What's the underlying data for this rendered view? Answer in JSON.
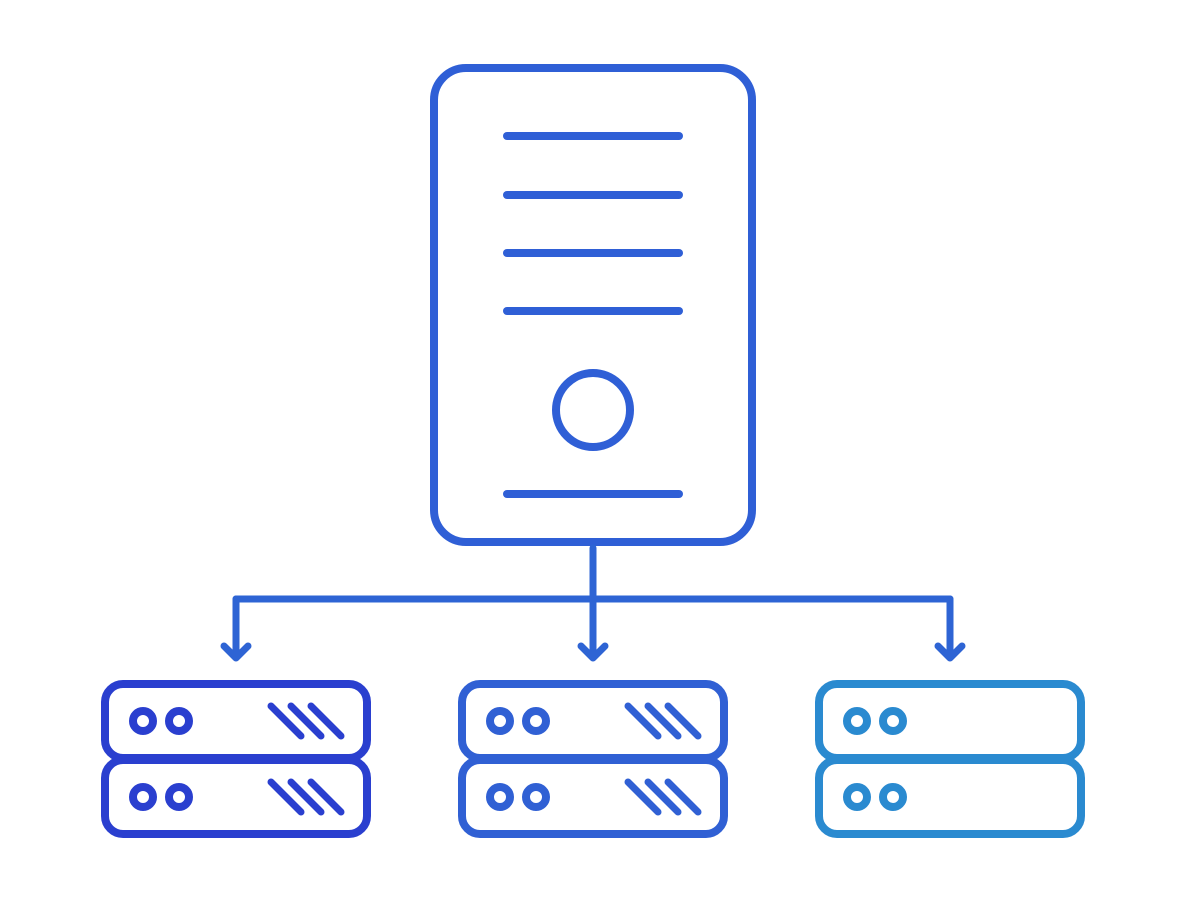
{
  "diagram": {
    "type": "network-topology",
    "hub": {
      "icon": "server-tower-icon",
      "color": "#2f5fd6"
    },
    "connector_color": "#2e64d4",
    "nodes": [
      {
        "icon": "server-rack-icon",
        "units": 2,
        "vents": true,
        "color": "#2a3fcf"
      },
      {
        "icon": "server-rack-icon",
        "units": 2,
        "vents": true,
        "color": "#3060d4"
      },
      {
        "icon": "server-rack-icon",
        "units": 2,
        "vents": false,
        "color": "#2a8ad0"
      }
    ],
    "gradient": [
      "#2335c9",
      "#3b6fd6",
      "#2a93cf"
    ]
  }
}
